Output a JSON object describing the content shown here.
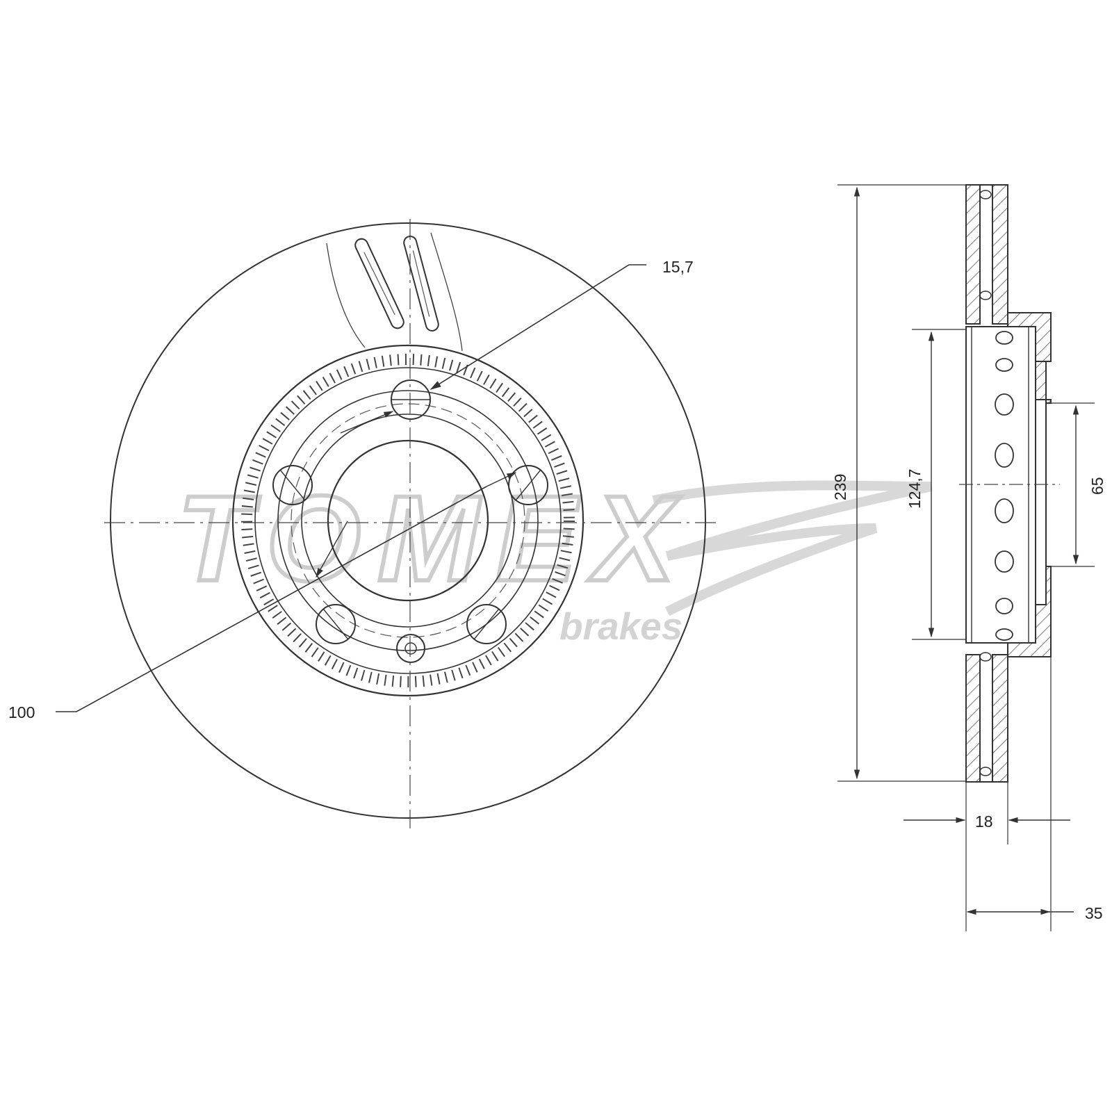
{
  "watermark": {
    "brand": "TOMEX",
    "tagline": "brakes",
    "color": "#c8c8c8"
  },
  "dimensions": {
    "hub_hole": "15,7",
    "bolt_circle": "100",
    "outer_diameter": "239",
    "hat_diameter": "124,7",
    "center_bore": "65",
    "thickness": "18",
    "height": "35"
  },
  "colors": {
    "line": "#333333",
    "hatch": "#555555"
  }
}
